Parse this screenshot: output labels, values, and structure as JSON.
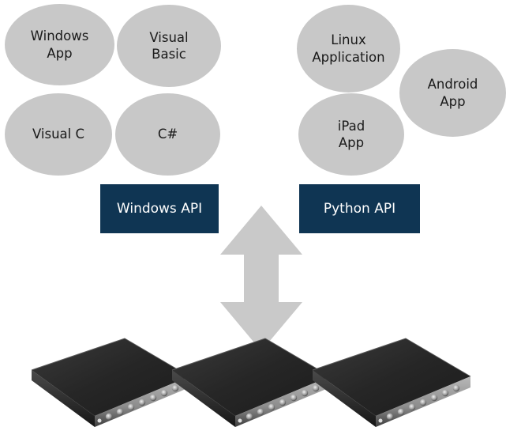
{
  "diagram": {
    "windows_group": [
      {
        "id": "windows-app",
        "label": "Windows\nApp"
      },
      {
        "id": "visual-basic",
        "label": "Visual\nBasic"
      },
      {
        "id": "visual-c",
        "label": "Visual C"
      },
      {
        "id": "csharp",
        "label": "C#"
      }
    ],
    "python_group": [
      {
        "id": "linux-application",
        "label": "Linux\nApplication"
      },
      {
        "id": "android-app",
        "label": "Android\nApp"
      },
      {
        "id": "ipad-app",
        "label": "iPad\nApp"
      }
    ],
    "apis": {
      "windows": "Windows API",
      "python": "Python API"
    },
    "connector": "double-headed arrow",
    "devices": [
      "device-unit",
      "device-unit",
      "device-unit"
    ],
    "colors": {
      "bubble": "#c8c8c8",
      "api_box": "#0f3553",
      "api_text": "#ffffff",
      "arrow": "#c9c9c9",
      "device_top": "#2b2b2b"
    }
  }
}
